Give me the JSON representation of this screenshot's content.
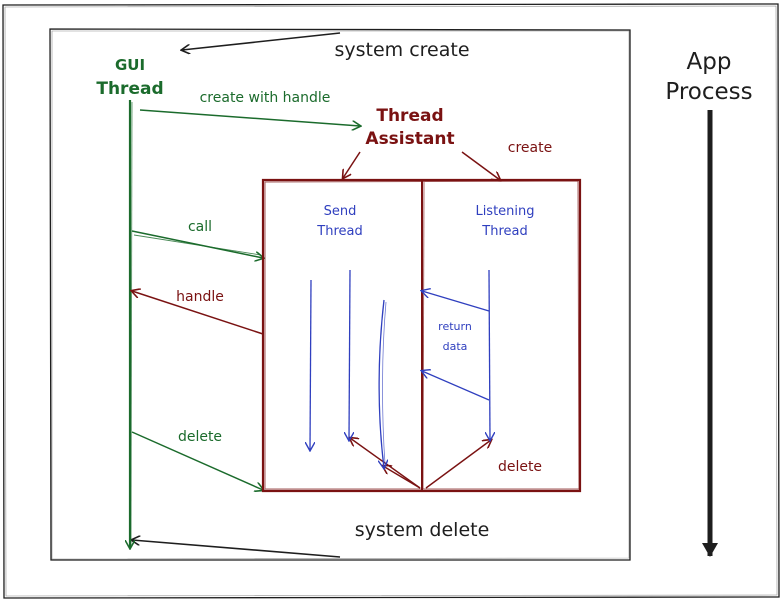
{
  "labels": {
    "system_create": "system create",
    "system_delete": "system delete",
    "app": "App",
    "process": "Process",
    "gui": "GUI",
    "thread": "Thread",
    "create_with_handle": "create with handle",
    "thread_assistant_1": "Thread",
    "thread_assistant_2": "Assistant",
    "create": "create",
    "send_1": "Send",
    "send_2": "Thread",
    "listening_1": "Listening",
    "listening_2": "Thread",
    "call": "call",
    "handle": "handle",
    "delete_left": "delete",
    "return_1": "return",
    "return_2": "data",
    "delete_right": "delete"
  },
  "colors": {
    "black": "#1e1e1e",
    "green": "#1b6b2c",
    "red": "#7a1212",
    "blue": "#2f3fbf"
  }
}
